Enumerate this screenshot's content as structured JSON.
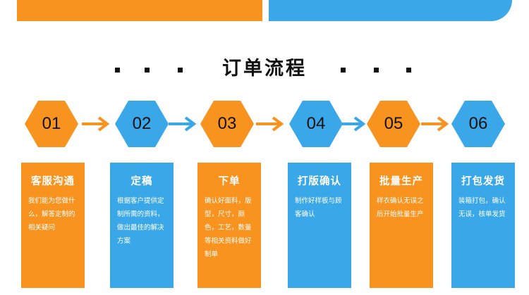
{
  "colors": {
    "orange": "#f7931e",
    "blue": "#3aa8e8"
  },
  "title": "订单流程",
  "steps": [
    {
      "num": "01",
      "title": "客服沟通",
      "desc": "我们能为您做什么，解答定制的相关疑问"
    },
    {
      "num": "02",
      "title": "定稿",
      "desc": "根据客户提供定制所需的资料，做出最佳的解决方案"
    },
    {
      "num": "03",
      "title": "下单",
      "desc": "确认好面料，版型，尺寸，颜色，工艺，数量等相关资料做好制单"
    },
    {
      "num": "04",
      "title": "打版确认",
      "desc": "制作好样板与顾客确认"
    },
    {
      "num": "05",
      "title": "批量生产",
      "desc": "样衣确认无误之后开始批量生产"
    },
    {
      "num": "06",
      "title": "打包发货",
      "desc": "装箱打包，确认无误，核单发货"
    }
  ]
}
